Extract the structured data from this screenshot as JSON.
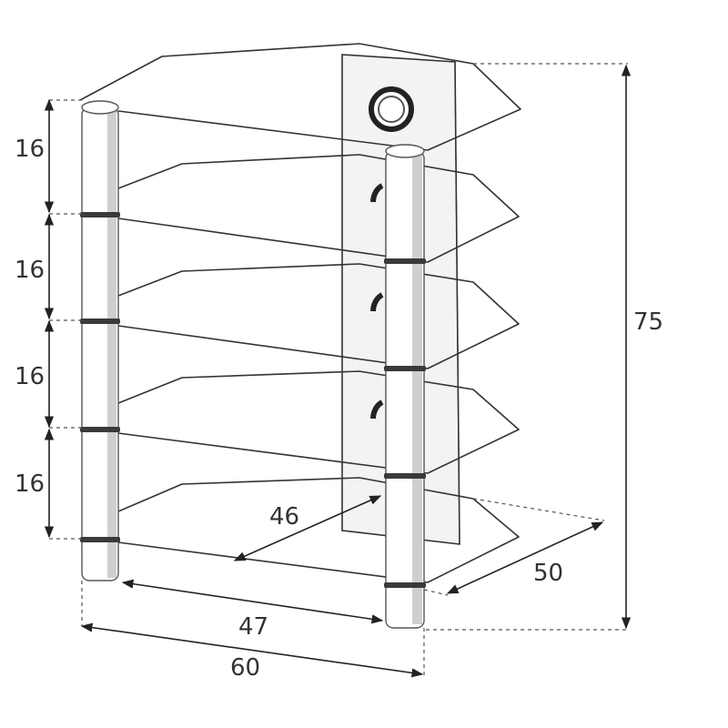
{
  "diagram": {
    "dimensions": {
      "shelf_spacing_1": "16",
      "shelf_spacing_2": "16",
      "shelf_spacing_3": "16",
      "shelf_spacing_4": "16",
      "total_height": "75",
      "inner_depth": "46",
      "depth": "50",
      "inner_width": "47",
      "width": "60"
    },
    "colors": {
      "line": "#333333",
      "post_shade": "#cfcfcf",
      "ring": "#3a3a3a",
      "background": "#ffffff"
    }
  }
}
